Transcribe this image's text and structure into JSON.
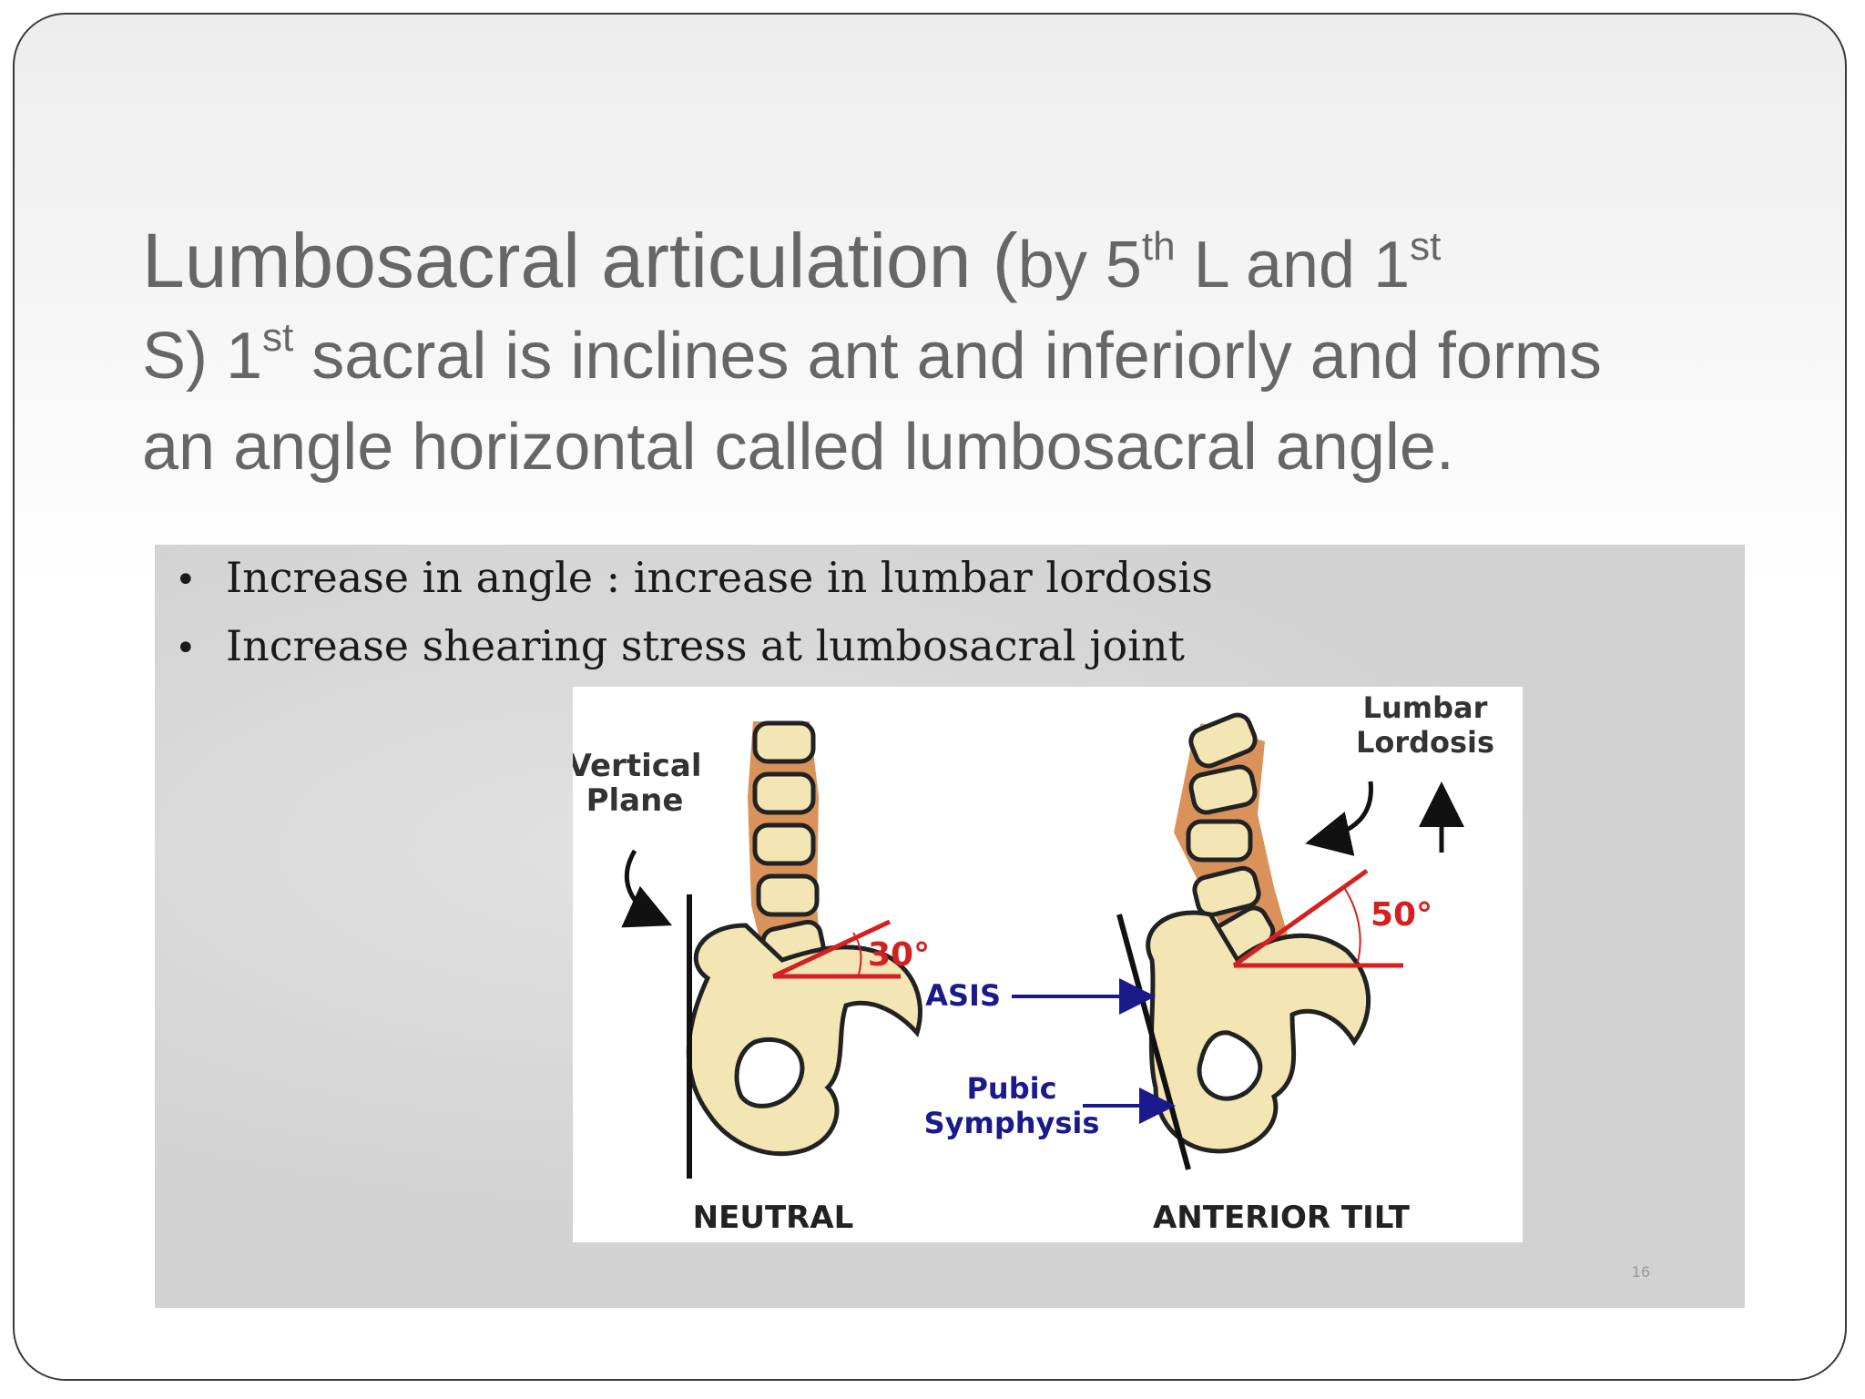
{
  "slide": {
    "title": {
      "part1": "Lumbosacral articulation (",
      "part2": "by 5",
      "sup1": "th",
      "part3": " L and 1",
      "sup2": "st",
      "line2a": "S) 1",
      "sup3": "st",
      "line2b": " sacral is inclines ant and inferiorly and forms",
      "line3": "an angle horizontal called lumbosacral angle."
    },
    "bullets": [
      "Increase in angle : increase in lumbar lordosis",
      "Increase shearing stress at lumbosacral joint"
    ],
    "diagram": {
      "vertical_plane_line1": "Vertical",
      "vertical_plane_line2": "Plane",
      "neutral_angle": "30°",
      "tilt_angle": "50°",
      "lumbar_line1": "Lumbar",
      "lumbar_line2": "Lordosis",
      "asis": "ASIS",
      "pubic_line1": "Pubic",
      "pubic_line2": "Symphysis",
      "neutral_label": "NEUTRAL",
      "tilt_label": "ANTERIOR TILT"
    },
    "slide_number": "16",
    "colors": {
      "title": "#666666",
      "bone_fill": "#f3e6b4",
      "disc_fill": "#d9935a",
      "angle_red": "#d42020",
      "label_blue": "#1a1a8c"
    }
  }
}
